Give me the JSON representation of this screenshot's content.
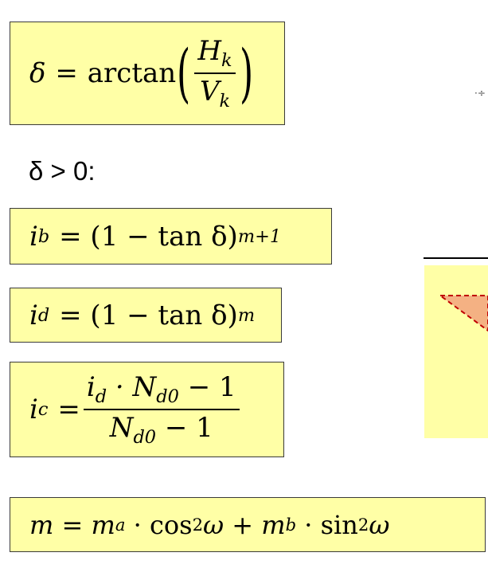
{
  "formulas": {
    "delta": {
      "lhs": "δ",
      "eq": "=",
      "fn": "arctan",
      "num_var": "H",
      "num_sub": "k",
      "den_var": "V",
      "den_sub": "k"
    },
    "condition_label": "δ > 0:",
    "i_b": {
      "var": "i",
      "sub": "b",
      "rhs": "= (1 − tan δ)",
      "exp": "m+1"
    },
    "i_d": {
      "var": "i",
      "sub": "d",
      "rhs": "= (1 − tan δ)",
      "exp": "m"
    },
    "i_c": {
      "var": "i",
      "sub": "c",
      "eq": "=",
      "num": "i",
      "num_sub": "d",
      "num_rest": " · N",
      "num_sub2": "d0",
      "num_tail": " − 1",
      "den": "N",
      "den_sub": "d0",
      "den_tail": " − 1"
    },
    "m": {
      "lhs": "m",
      "eq": " = ",
      "a": "m",
      "a_sub": "a",
      "cos": " · cos",
      "cos_exp": "2",
      "omega1": "ω",
      "plus": " + ",
      "b": "m",
      "b_sub": "b",
      "sin": " · sin",
      "sin_exp": "2",
      "omega2": "ω"
    }
  },
  "colors": {
    "box_fill": "#ffffa6",
    "triangle_fill": "#f4b183",
    "triangle_stroke": "#c00000"
  }
}
